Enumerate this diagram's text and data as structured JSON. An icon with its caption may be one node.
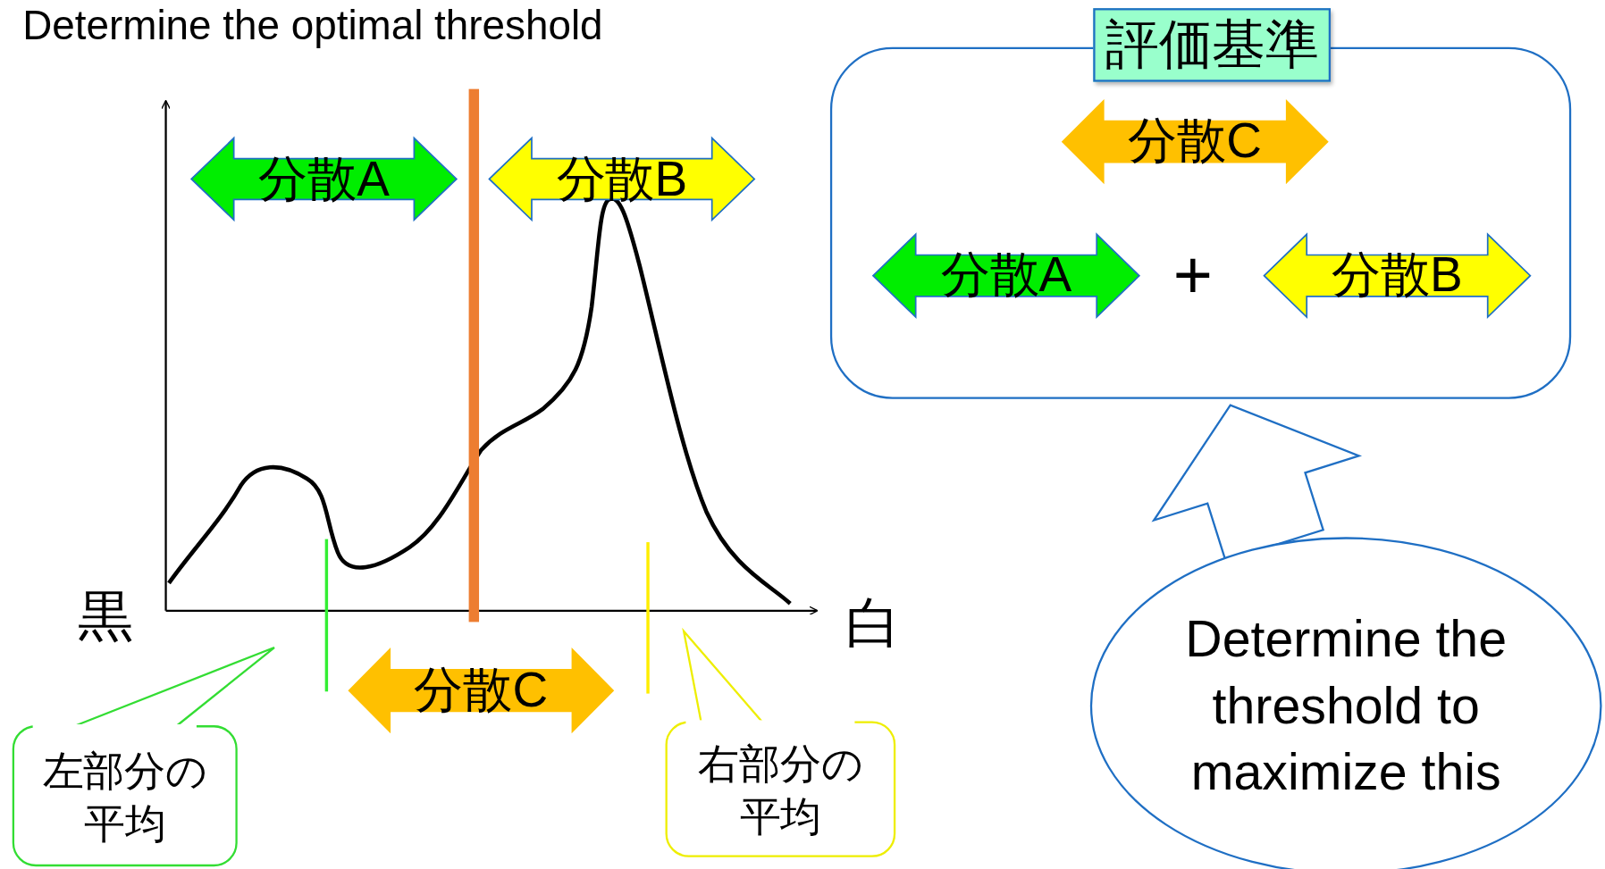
{
  "diagram": {
    "title": "Determine the optimal threshold",
    "nodes": [
      {
        "text": [
          "分散A"
        ]
      },
      {
        "text": [
          "分散B"
        ]
      },
      {
        "text": [
          "分散C"
        ]
      },
      {
        "text": [
          "左部分の平均"
        ]
      },
      {
        "text": [
          "右部分の平均"
        ]
      },
      {
        "text": [
          "評価基準"
        ]
      },
      {
        "text": [
          "分散C"
        ],
        "in": 5
      },
      {
        "text": [
          "分散A"
        ],
        "in": 5
      },
      {
        "text": [
          "分散B"
        ],
        "in": 5
      },
      {
        "text": [
          "Determine the threshold to maximize this"
        ]
      }
    ],
    "edges": [
      {
        "from": 9,
        "to": 5,
        "arrow": "to"
      }
    ],
    "labels": [
      "黒",
      "白",
      "+"
    ]
  }
}
